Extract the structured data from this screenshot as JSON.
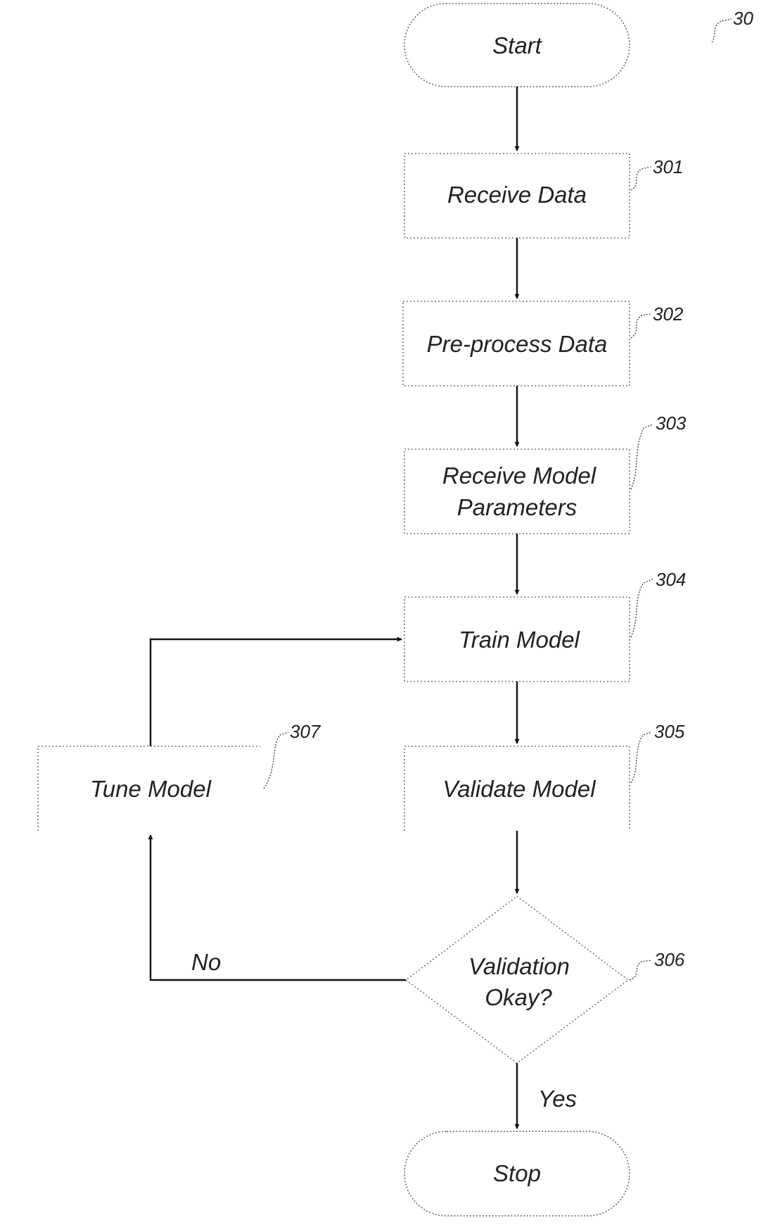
{
  "figure_ref": "30",
  "nodes": {
    "start": {
      "label": [
        "Start"
      ]
    },
    "receive_data": {
      "label": [
        "Receive Data"
      ],
      "ref": "301"
    },
    "preprocess": {
      "label": [
        "Pre-process Data"
      ],
      "ref": "302"
    },
    "receive_params": {
      "label": [
        "Receive Model",
        "Parameters"
      ],
      "ref": "303"
    },
    "train": {
      "label": [
        "Train Model"
      ],
      "ref": "304"
    },
    "validate": {
      "label": [
        "Validate Model"
      ],
      "ref": "305"
    },
    "decision": {
      "label": [
        "Validation",
        "Okay?"
      ],
      "ref": "306"
    },
    "tune": {
      "label": [
        "Tune Model"
      ],
      "ref": "307"
    },
    "stop": {
      "label": [
        "Stop"
      ]
    }
  },
  "edges": [
    {
      "from": "start",
      "to": "receive_data",
      "label": ""
    },
    {
      "from": "receive_data",
      "to": "preprocess",
      "label": ""
    },
    {
      "from": "preprocess",
      "to": "receive_params",
      "label": ""
    },
    {
      "from": "receive_params",
      "to": "train",
      "label": ""
    },
    {
      "from": "train",
      "to": "validate",
      "label": ""
    },
    {
      "from": "validate",
      "to": "decision",
      "label": ""
    },
    {
      "from": "decision",
      "to": "stop",
      "label": "Yes"
    },
    {
      "from": "decision",
      "to": "tune",
      "label": "No"
    },
    {
      "from": "tune",
      "to": "train",
      "label": ""
    }
  ]
}
